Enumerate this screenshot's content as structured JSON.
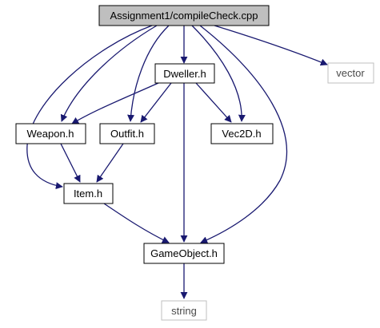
{
  "diagram": {
    "colors": {
      "edge": "#191970",
      "node_border": "#000000",
      "external_border": "#bfbfbf",
      "root_fill": "#bfbfbf",
      "node_fill": "#ffffff"
    },
    "nodes": {
      "root": {
        "label": "Assignment1/compileCheck.cpp"
      },
      "dweller": {
        "label": "Dweller.h"
      },
      "vector": {
        "label": "vector"
      },
      "weapon": {
        "label": "Weapon.h"
      },
      "outfit": {
        "label": "Outfit.h"
      },
      "vec2d": {
        "label": "Vec2D.h"
      },
      "item": {
        "label": "Item.h"
      },
      "gameobject": {
        "label": "GameObject.h"
      },
      "string": {
        "label": "string"
      }
    },
    "edges": [
      {
        "from": "root",
        "to": "dweller"
      },
      {
        "from": "root",
        "to": "vector"
      },
      {
        "from": "root",
        "to": "weapon"
      },
      {
        "from": "root",
        "to": "outfit"
      },
      {
        "from": "root",
        "to": "vec2d"
      },
      {
        "from": "root",
        "to": "item"
      },
      {
        "from": "root",
        "to": "gameobject"
      },
      {
        "from": "dweller",
        "to": "weapon"
      },
      {
        "from": "dweller",
        "to": "outfit"
      },
      {
        "from": "dweller",
        "to": "vec2d"
      },
      {
        "from": "dweller",
        "to": "gameobject"
      },
      {
        "from": "weapon",
        "to": "item"
      },
      {
        "from": "outfit",
        "to": "item"
      },
      {
        "from": "item",
        "to": "gameobject"
      },
      {
        "from": "gameobject",
        "to": "string"
      }
    ]
  }
}
